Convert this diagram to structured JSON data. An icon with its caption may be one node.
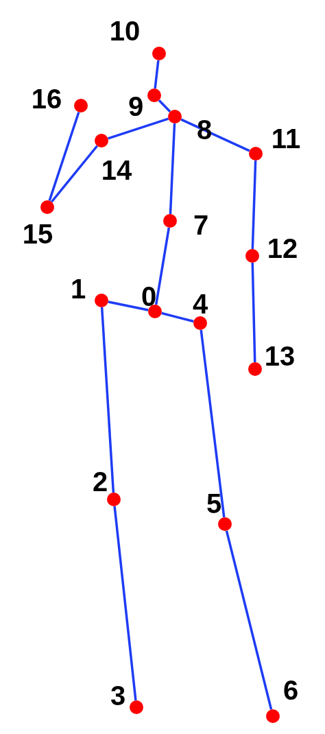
{
  "diagram": {
    "nodes": [
      {
        "text": [],
        "shape": "circle",
        "beside": [
          "0"
        ]
      },
      {
        "text": [],
        "shape": "circle",
        "beside": [
          "1"
        ]
      },
      {
        "text": [],
        "shape": "circle",
        "beside": [
          "2"
        ]
      },
      {
        "text": [],
        "shape": "circle",
        "beside": [
          "3"
        ]
      },
      {
        "text": [],
        "shape": "circle",
        "beside": [
          "4"
        ]
      },
      {
        "text": [],
        "shape": "circle",
        "beside": [
          "5"
        ]
      },
      {
        "text": [],
        "shape": "circle",
        "beside": [
          "6"
        ]
      },
      {
        "text": [],
        "shape": "circle",
        "beside": [
          "7"
        ]
      },
      {
        "text": [],
        "shape": "circle",
        "beside": [
          "8"
        ]
      },
      {
        "text": [],
        "shape": "circle",
        "beside": [
          "9"
        ]
      },
      {
        "text": [],
        "shape": "circle",
        "beside": [
          "10"
        ]
      },
      {
        "text": [],
        "shape": "circle",
        "beside": [
          "11"
        ]
      },
      {
        "text": [],
        "shape": "circle",
        "beside": [
          "12"
        ]
      },
      {
        "text": [],
        "shape": "circle",
        "beside": [
          "13"
        ]
      },
      {
        "text": [],
        "shape": "circle",
        "beside": [
          "14"
        ]
      },
      {
        "text": [],
        "shape": "circle",
        "beside": [
          "15"
        ]
      },
      {
        "text": [],
        "shape": "circle",
        "beside": [
          "16"
        ]
      }
    ],
    "edges": [
      {
        "from": 0,
        "to": 1,
        "arrow": "none"
      },
      {
        "from": 1,
        "to": 2,
        "arrow": "none"
      },
      {
        "from": 2,
        "to": 3,
        "arrow": "none"
      },
      {
        "from": 0,
        "to": 4,
        "arrow": "none"
      },
      {
        "from": 4,
        "to": 5,
        "arrow": "none"
      },
      {
        "from": 5,
        "to": 6,
        "arrow": "none"
      },
      {
        "from": 0,
        "to": 7,
        "arrow": "none"
      },
      {
        "from": 7,
        "to": 8,
        "arrow": "none"
      },
      {
        "from": 8,
        "to": 9,
        "arrow": "none"
      },
      {
        "from": 9,
        "to": 10,
        "arrow": "none"
      },
      {
        "from": 8,
        "to": 11,
        "arrow": "none"
      },
      {
        "from": 11,
        "to": 12,
        "arrow": "none"
      },
      {
        "from": 12,
        "to": 13,
        "arrow": "none"
      },
      {
        "from": 8,
        "to": 14,
        "arrow": "none"
      },
      {
        "from": 14,
        "to": 15,
        "arrow": "none"
      },
      {
        "from": 15,
        "to": 16,
        "arrow": "none"
      }
    ]
  }
}
